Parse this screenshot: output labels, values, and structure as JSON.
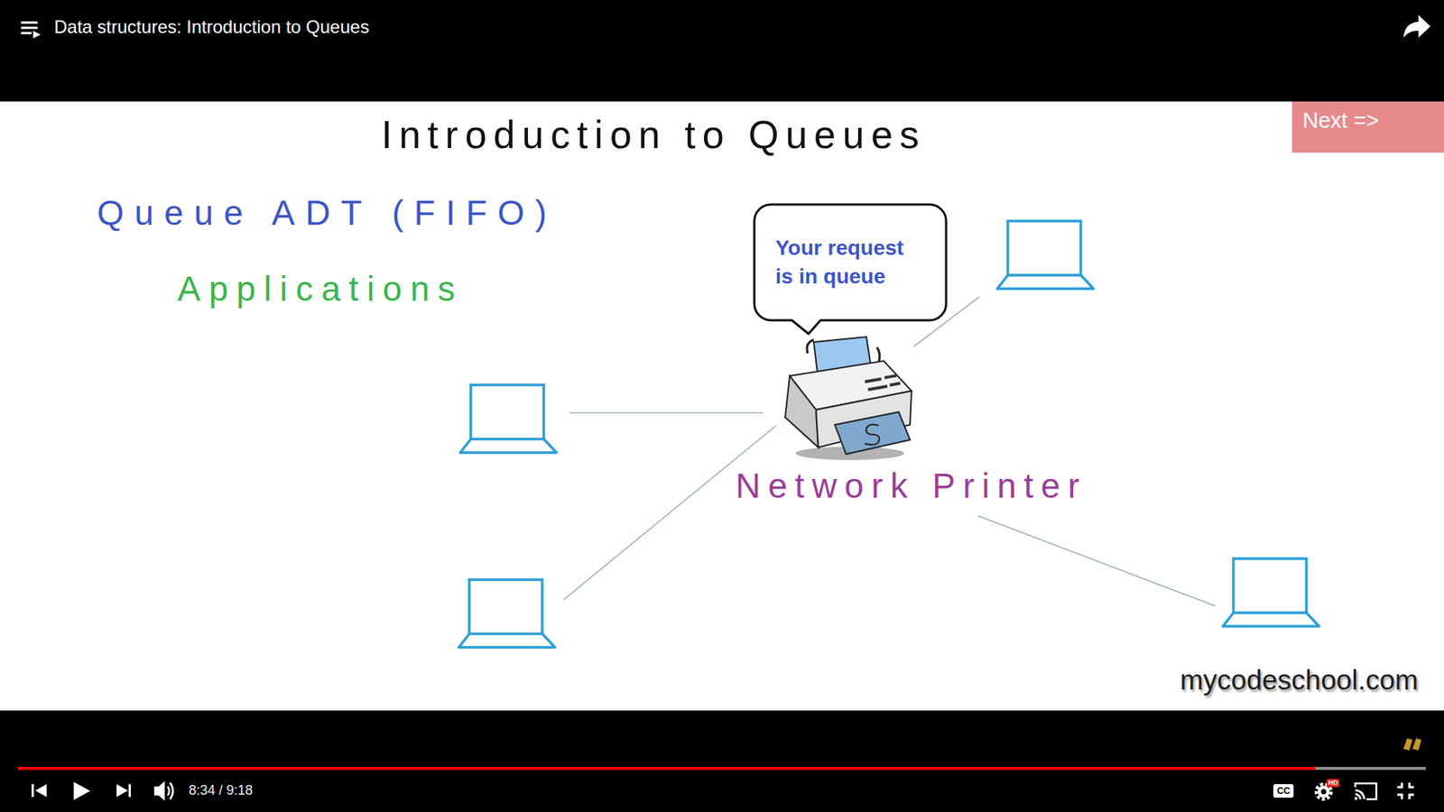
{
  "diagram": {
    "title": "Introduction to Queues",
    "nodes": [
      {
        "text": [
          "Next =>"
        ]
      },
      {
        "text": [
          "Your request is in queue"
        ]
      },
      {
        "text": [
          "Network Printer"
        ]
      }
    ],
    "labels": [
      "Data structures: Introduction to Queues",
      "Queue ADT (FIFO)",
      "Applications",
      "mycodeschool.com",
      "8:34 / 9:18",
      "CC",
      "HD"
    ]
  }
}
